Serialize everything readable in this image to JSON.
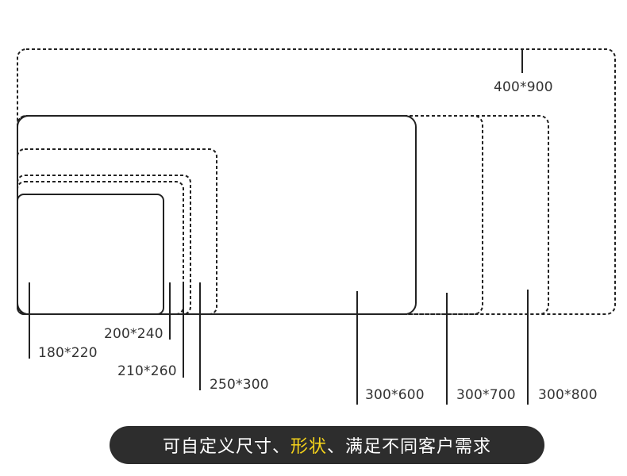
{
  "sizes": [
    {
      "id": "180x220",
      "label": "180*220"
    },
    {
      "id": "200x240",
      "label": "200*240"
    },
    {
      "id": "210x260",
      "label": "210*260"
    },
    {
      "id": "250x300",
      "label": "250*300"
    },
    {
      "id": "300x600",
      "label": "300*600"
    },
    {
      "id": "300x700",
      "label": "300*700"
    },
    {
      "id": "300x800",
      "label": "300*800"
    },
    {
      "id": "400x900",
      "label": "400*900"
    }
  ],
  "banner": {
    "part1": "可自定义尺寸、",
    "highlight": "形状",
    "part2": "、满足不同客户需求"
  },
  "colors": {
    "outline": "#222222",
    "label": "#333333",
    "banner_bg": "#2d2d2d",
    "banner_text": "#ffffff",
    "highlight": "#f5d31a"
  }
}
